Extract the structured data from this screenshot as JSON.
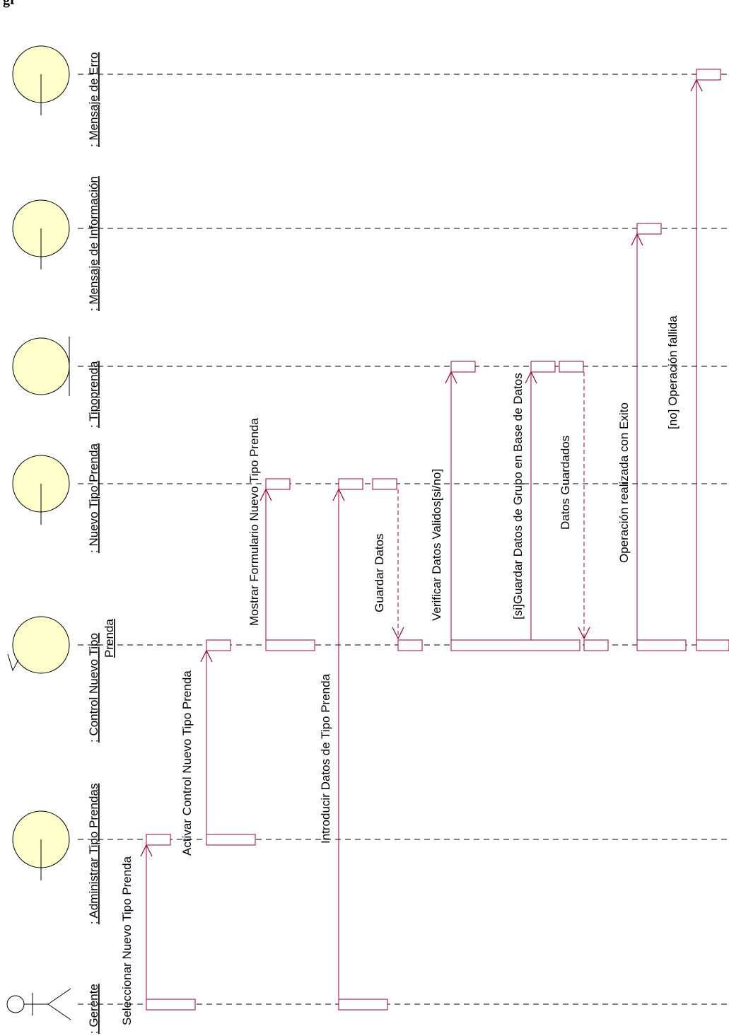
{
  "header_text": "gr",
  "colors": {
    "object_fill": "#ffffcc",
    "message": "#99003a",
    "lifeline": "#000000"
  },
  "objects": [
    {
      "id": "gerente",
      "name": ": Gerente",
      "kind": "actor-icon",
      "col": 0
    },
    {
      "id": "admin",
      "name": ": Administrar Tipo Prendas",
      "kind": "boundary-icon",
      "col": 1
    },
    {
      "id": "control",
      "name": ": Control Nuevo Tipo",
      "name_line2": "Prenda",
      "kind": "control-icon",
      "col": 2
    },
    {
      "id": "form",
      "name": ": Nuevo Tipo Prenda",
      "kind": "boundary-icon",
      "col": 3
    },
    {
      "id": "entity",
      "name": ": Tipoprenda",
      "kind": "entity-icon",
      "col": 4
    },
    {
      "id": "info",
      "name": ": Mensaje de Información",
      "kind": "boundary-icon",
      "col": 5
    },
    {
      "id": "error",
      "name": ": Mensaje de Erro",
      "kind": "boundary-icon",
      "col": 6
    }
  ],
  "messages": [
    {
      "id": "m1",
      "label": "Seleccionar Nuevo Tipo Prenda",
      "from": "gerente",
      "to": "admin",
      "style": "call"
    },
    {
      "id": "m2",
      "label": "Activar Control Nuevo Tipo Prenda",
      "from": "admin",
      "to": "control",
      "style": "call"
    },
    {
      "id": "m3",
      "label": "Mostrar Formulario Nuevo Tipo Prenda",
      "from": "control",
      "to": "form",
      "style": "call"
    },
    {
      "id": "m4",
      "label": "Introducir Datos de Tipo Prenda",
      "from": "gerente",
      "to": "form",
      "style": "call"
    },
    {
      "id": "m5",
      "label": "Guardar Datos",
      "from": "form",
      "to": "control",
      "style": "return"
    },
    {
      "id": "m6",
      "label": "Verificar Datos Validos[si/no]",
      "from": "control",
      "to": "entity",
      "style": "call"
    },
    {
      "id": "m7",
      "label": "[si]Guardar Datos de Grupo en Base de Datos",
      "from": "control",
      "to": "entity",
      "style": "call"
    },
    {
      "id": "m8",
      "label": "Datos Guardados",
      "from": "entity",
      "to": "control",
      "style": "return"
    },
    {
      "id": "m9",
      "label": "Operación realizada con Exito",
      "from": "control",
      "to": "info",
      "style": "call"
    },
    {
      "id": "m10",
      "label": "[no] Operación fallida",
      "from": "control",
      "to": "error",
      "style": "call"
    }
  ]
}
